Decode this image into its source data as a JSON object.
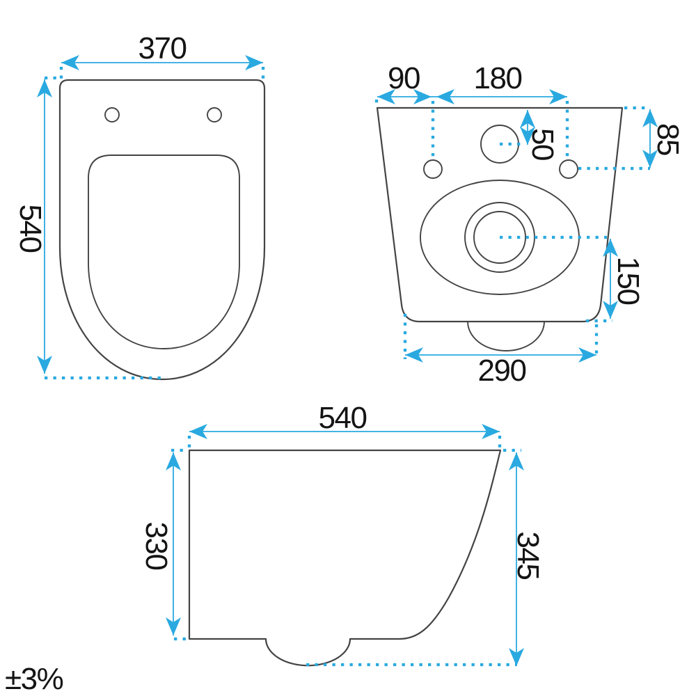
{
  "drawing": {
    "tolerance": "±3%",
    "top_view": {
      "width": "370",
      "length": "540"
    },
    "rear_view": {
      "hole_offset": "90",
      "hole_spacing": "180",
      "inlet_drop": "50",
      "hole_drop": "85",
      "outlet_center_height": "150",
      "base_width": "290"
    },
    "side_view": {
      "depth": "540",
      "rear_height": "330",
      "front_height": "345"
    }
  },
  "colors": {
    "dimension": "#29a9e0",
    "outline": "#434343",
    "text": "#141414",
    "background": "#ffffff"
  }
}
